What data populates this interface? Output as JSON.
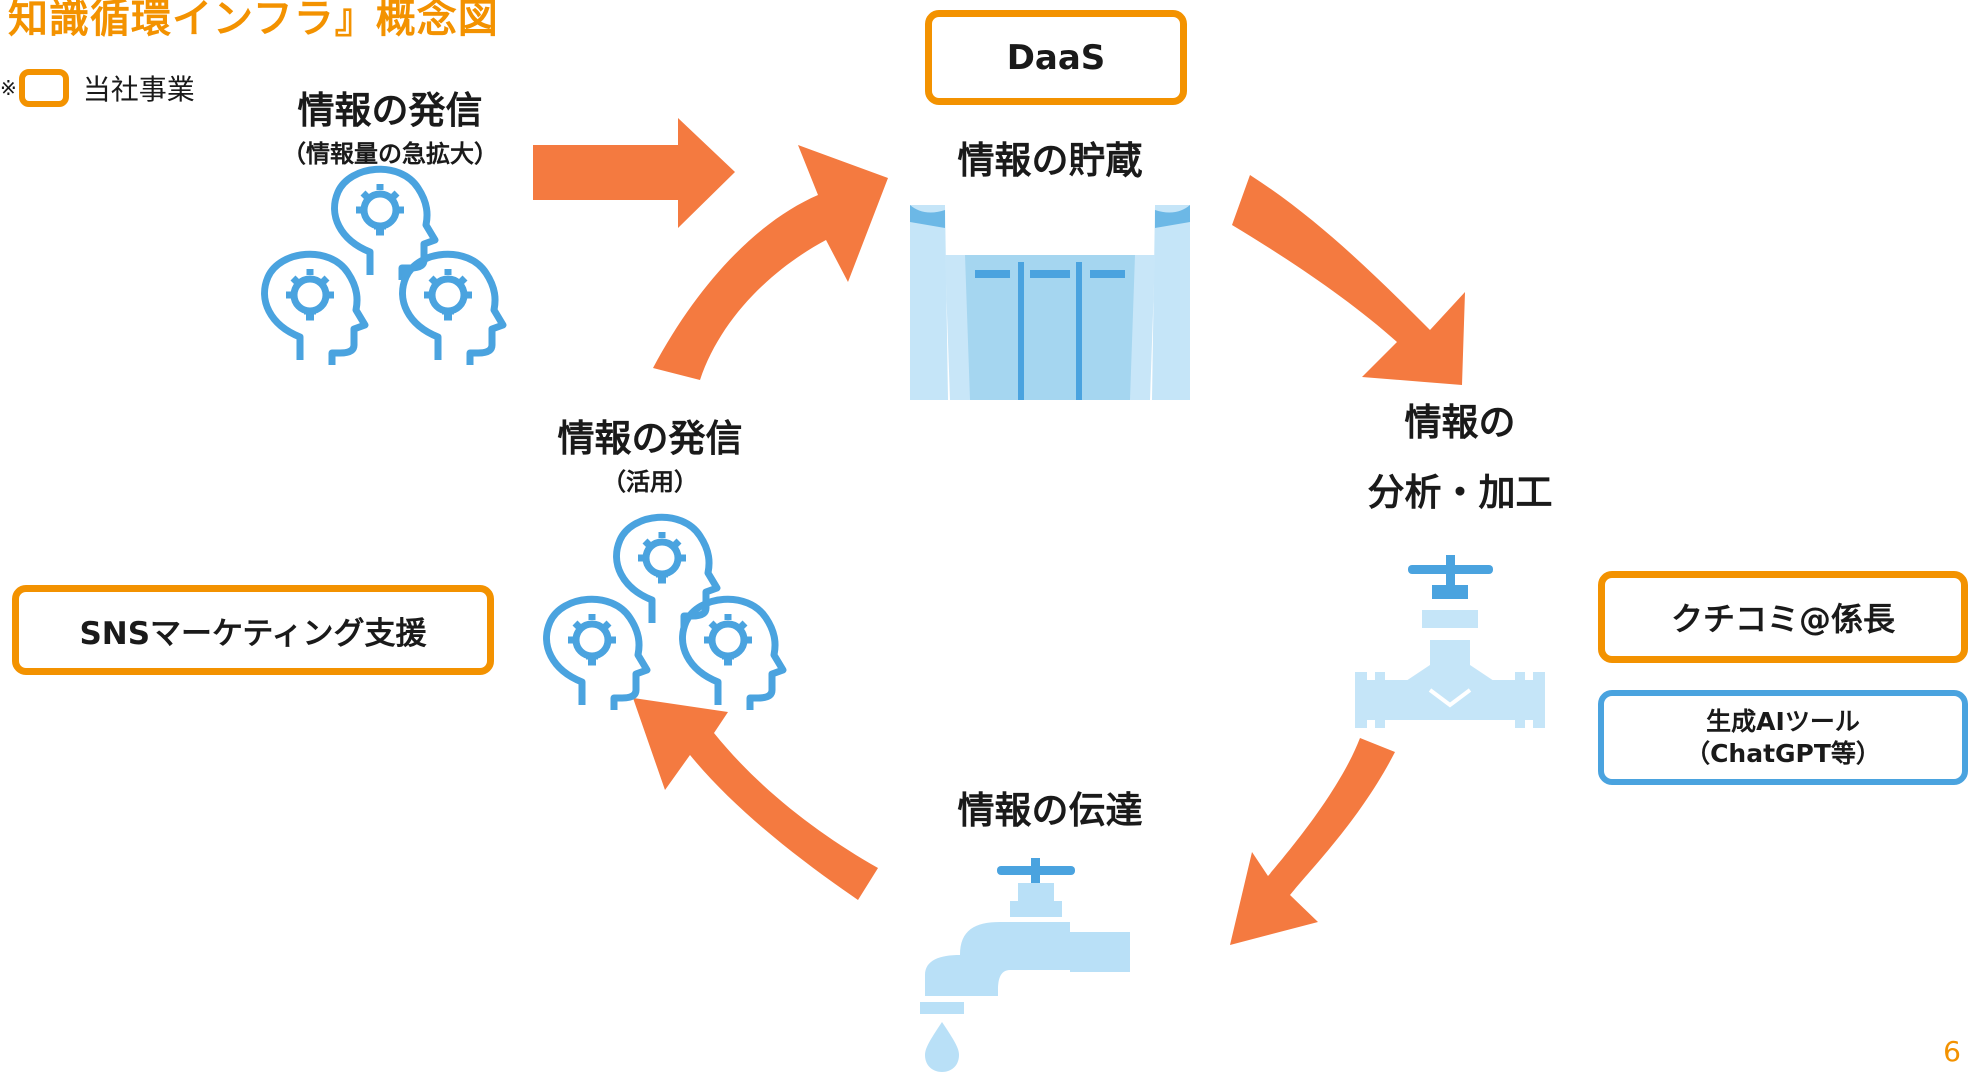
{
  "title": "知識循環インフラ』概念図",
  "legend": {
    "mark": "※",
    "text": "当社事業",
    "box_color": "#f39200"
  },
  "nodes": {
    "send_top": {
      "title": "情報の発信",
      "sub": "（情報量の急拡大）"
    },
    "storage": {
      "title": "情報の貯蔵"
    },
    "analysis": {
      "line1": "情報の",
      "line2": "分析・加工"
    },
    "delivery": {
      "title": "情報の伝達"
    },
    "send_left": {
      "title": "情報の発信",
      "sub": "（活用）"
    }
  },
  "tags": {
    "daas": "DaaS",
    "kuchikomi": "クチコミ@係長",
    "genai_line1": "生成AIツール",
    "genai_line2": "（ChatGPT等）",
    "sns": "SNSマーケティング支援"
  },
  "colors": {
    "accent": "#f39200",
    "arrow": "#f47a40",
    "icon_blue": "#4aa3df",
    "light_blue": "#b9e0f7"
  },
  "page_number": "6"
}
